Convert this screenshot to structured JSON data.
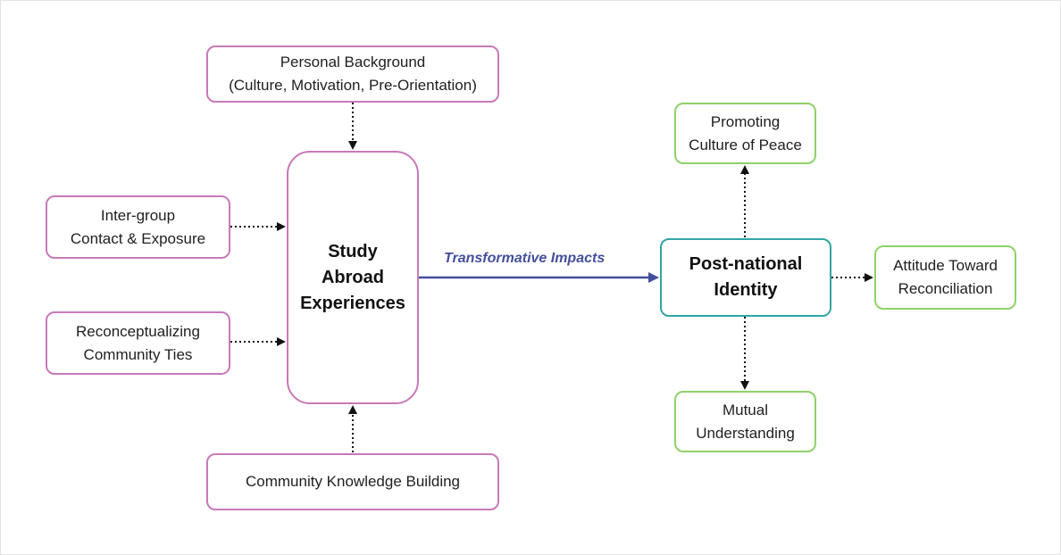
{
  "diagram": {
    "nodes": {
      "personal_background": {
        "text": "Personal Background\n(Culture, Motivation, Pre-Orientation)"
      },
      "inter_group_contact": {
        "text": "Inter-group\nContact & Exposure"
      },
      "reconceptualizing": {
        "text": "Reconceptualizing\nCommunity Ties"
      },
      "community_knowledge": {
        "text": "Community Knowledge Building"
      },
      "study_abroad": {
        "text": "Study\nAbroad\nExperiences"
      },
      "post_national": {
        "text": "Post-national\nIdentity"
      },
      "promoting_peace": {
        "text": "Promoting\nCulture of Peace"
      },
      "attitude_reconciliation": {
        "text": "Attitude Toward\nReconciliation"
      },
      "mutual_understanding": {
        "text": "Mutual\nUnderstanding"
      }
    },
    "edges": {
      "transformative_label": "Transformative Impacts"
    },
    "colors": {
      "input_border": "#c879b8",
      "outcome_border": "#8ed16a",
      "identity_border": "#31a6a1",
      "main_arrow": "#444f9c",
      "dotted_arrow": "#111111"
    }
  }
}
